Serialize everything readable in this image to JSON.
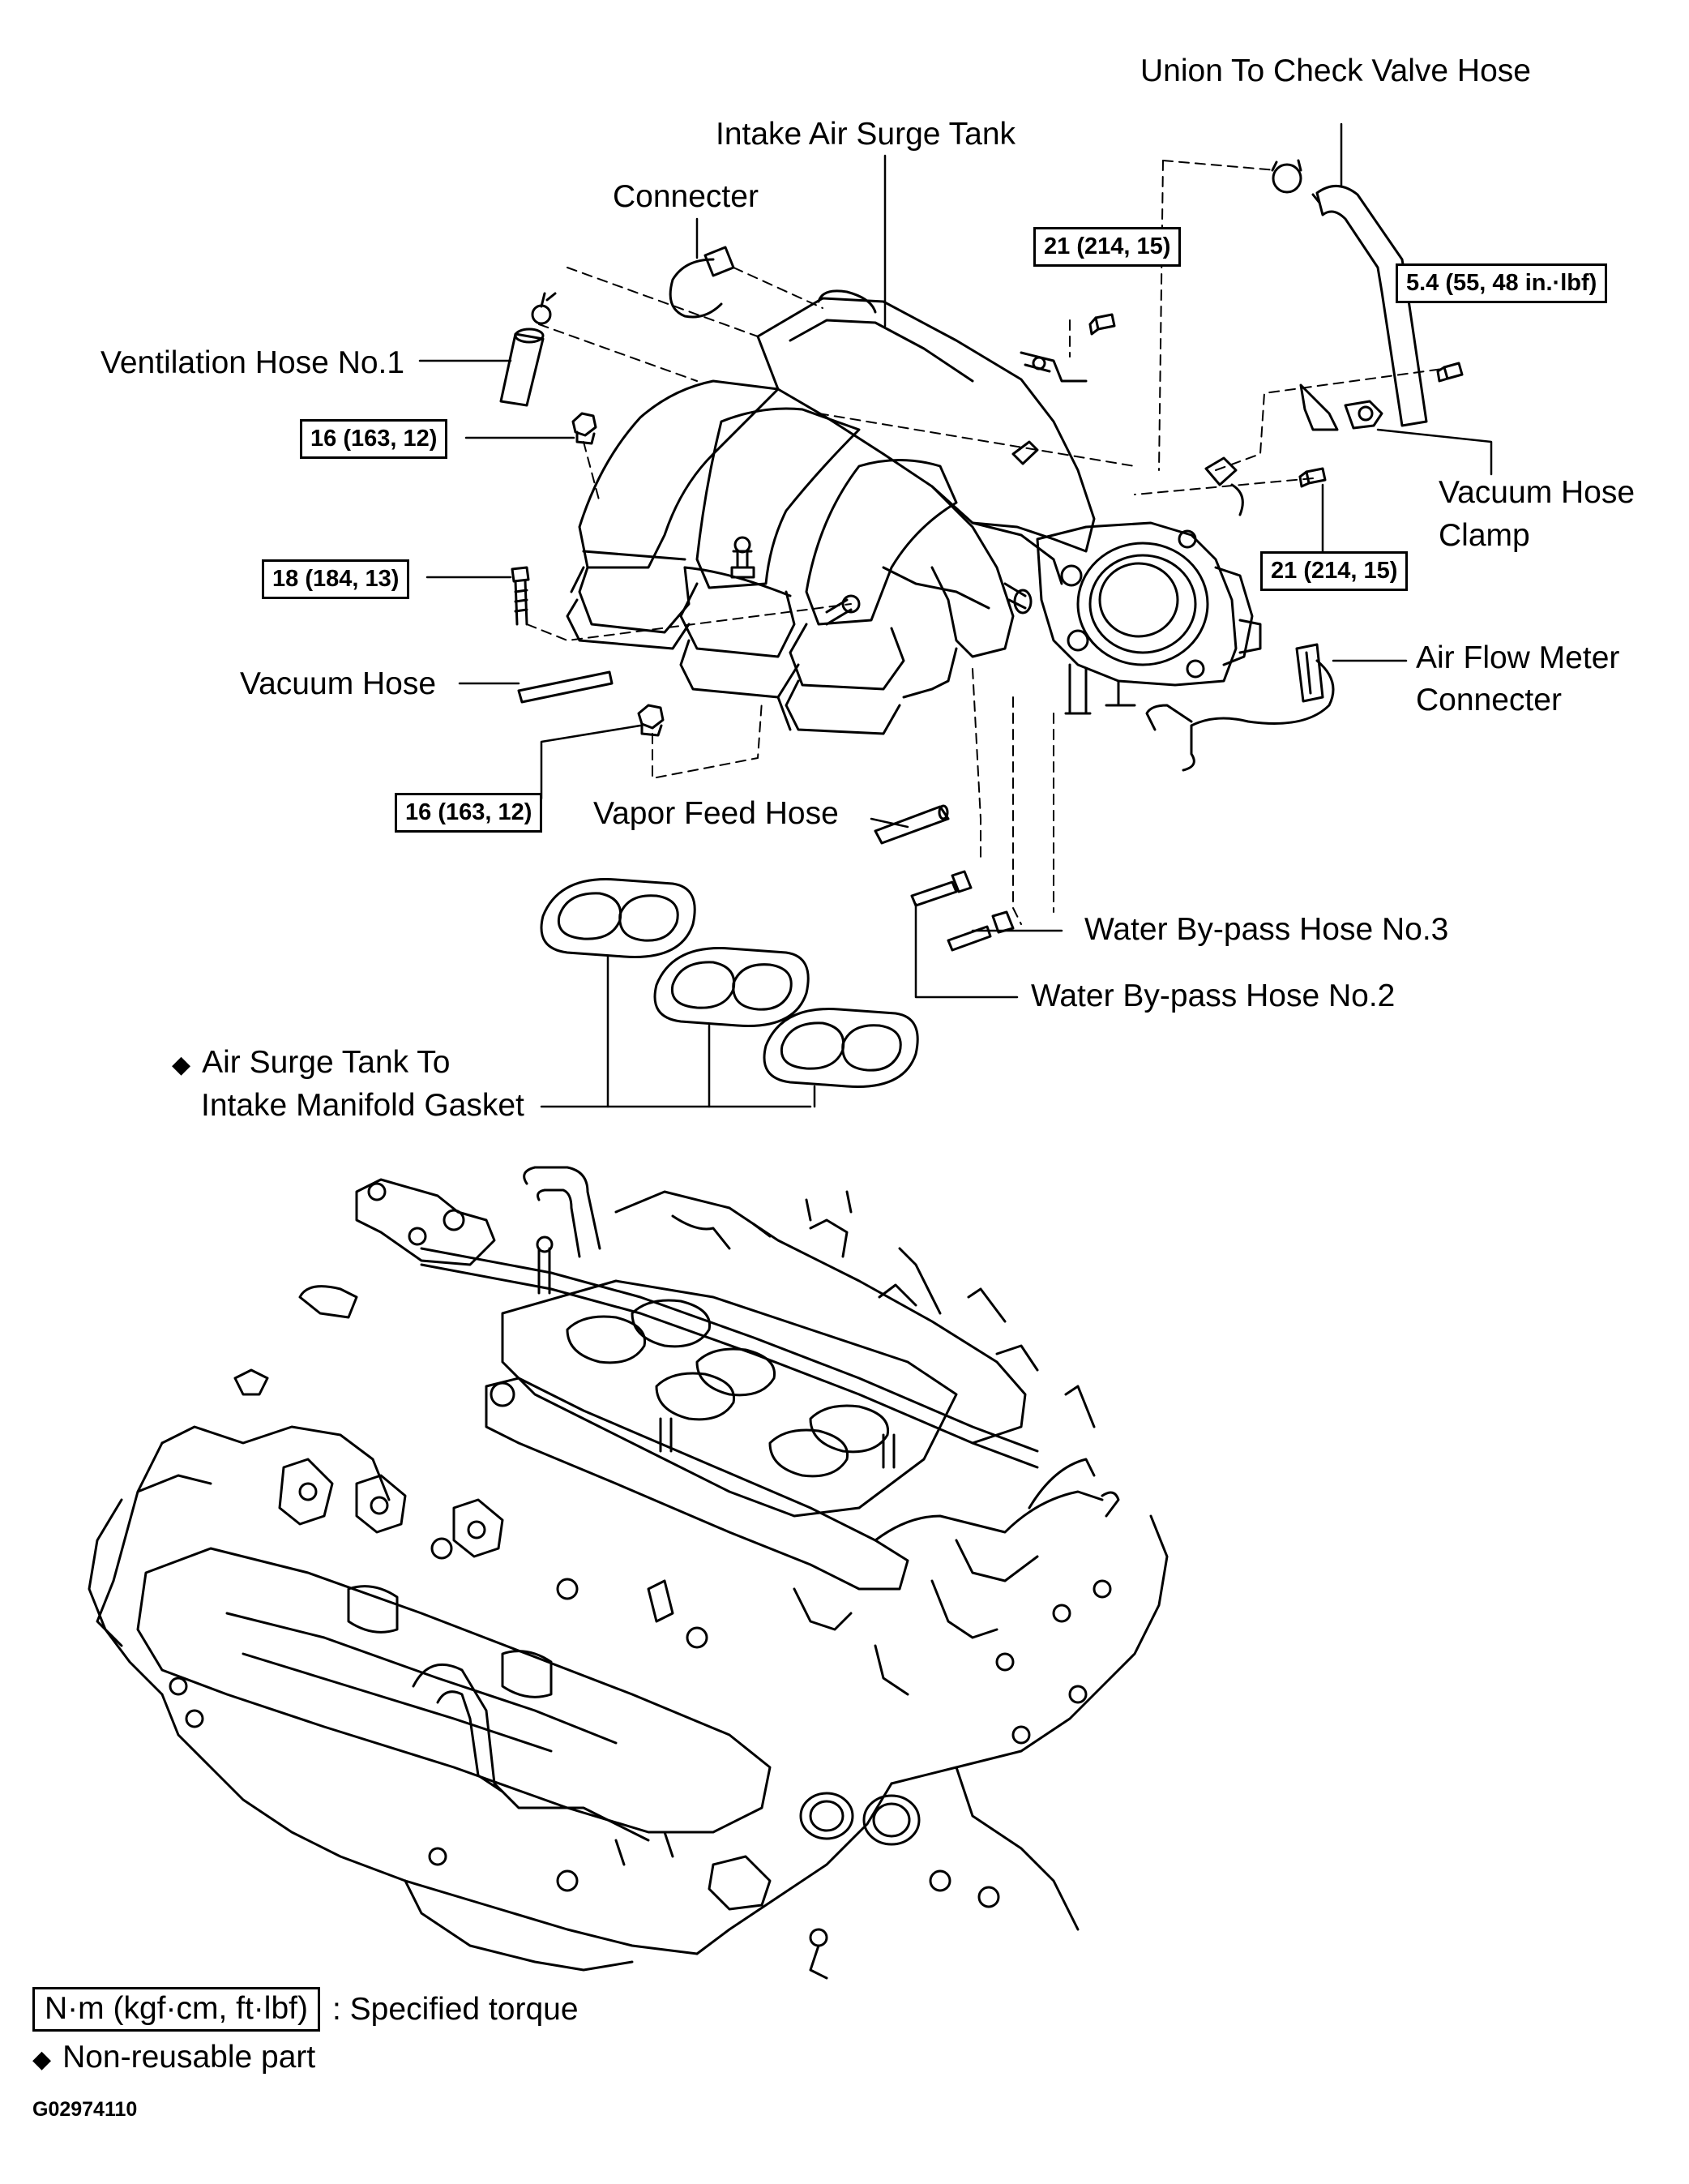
{
  "labels": {
    "union_check_valve_hose": "Union To Check Valve Hose",
    "intake_air_surge_tank": "Intake Air Surge Tank",
    "connecter": "Connecter",
    "ventilation_hose_no1": "Ventilation Hose No.1",
    "vacuum_hose_clamp_l1": "Vacuum Hose",
    "vacuum_hose_clamp_l2": "Clamp",
    "vacuum_hose": "Vacuum Hose",
    "air_flow_meter_l1": "Air Flow Meter",
    "air_flow_meter_l2": "Connecter",
    "vapor_feed_hose": "Vapor Feed Hose",
    "water_bypass_no3": "Water By-pass Hose No.3",
    "water_bypass_no2": "Water By-pass Hose No.2",
    "gasket_l1": "Air Surge Tank To",
    "gasket_l2": "Intake Manifold Gasket"
  },
  "torques": {
    "top_center": "21 (214, 15)",
    "top_right": "5.4 (55, 48 in.·lbf)",
    "left_upper": "16 (163, 12)",
    "left_middle": "18 (184, 13)",
    "right_middle": "21 (214, 15)",
    "left_lower": "16 (163, 12)"
  },
  "legend": {
    "torque_unit": "N·m (kgf·cm, ft·lbf)",
    "torque_desc": ": Specified torque",
    "nonreusable": "Non-reusable part",
    "diamond_symbol": "◆"
  },
  "figure_code": "G02974110"
}
